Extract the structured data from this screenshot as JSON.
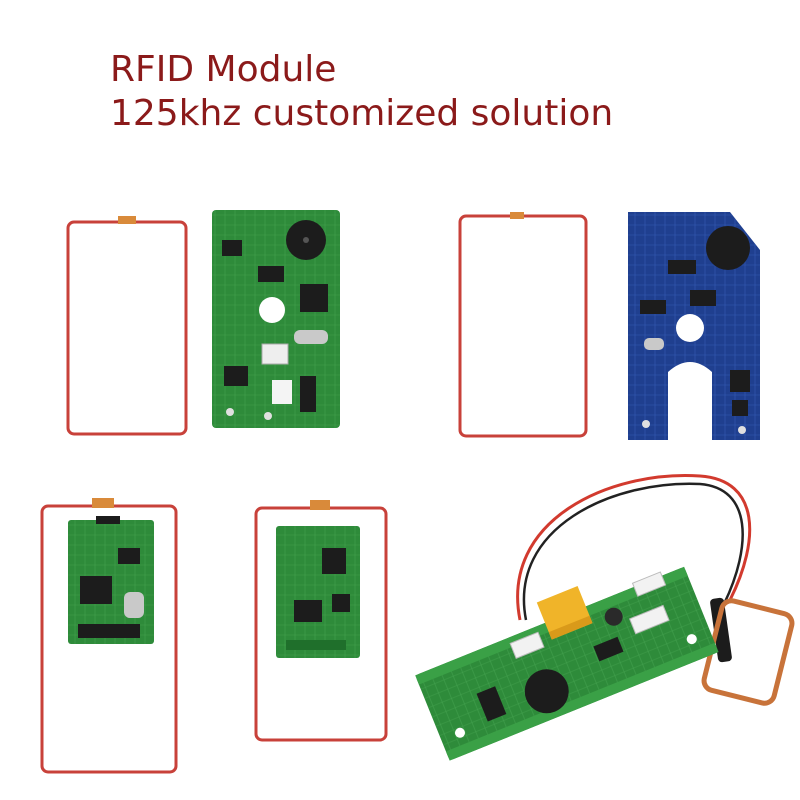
{
  "headline": {
    "line1": "RFID Module",
    "line2": "125khz customized solution"
  },
  "colors": {
    "headline": "#8b1a1a",
    "coil_wire": "#c8413a",
    "pcb_green": "#2e8b3a",
    "pcb_blue": "#1f3f8f",
    "chip": "#1c1c1c",
    "relay": "#f0b429",
    "copper_coil": "#c8733a"
  },
  "products": [
    {
      "id": "module-1",
      "board": "green",
      "coil": "rectangular"
    },
    {
      "id": "module-2",
      "board": "blue",
      "coil": "rectangular"
    },
    {
      "id": "module-3",
      "board": "green",
      "coil": "rectangular-surrounding"
    },
    {
      "id": "module-4",
      "board": "green",
      "coil": "rectangular-surrounding"
    },
    {
      "id": "module-5",
      "board": "green-long",
      "coil": "small-copper",
      "extras": [
        "relay",
        "buzzer",
        "cable"
      ]
    }
  ]
}
